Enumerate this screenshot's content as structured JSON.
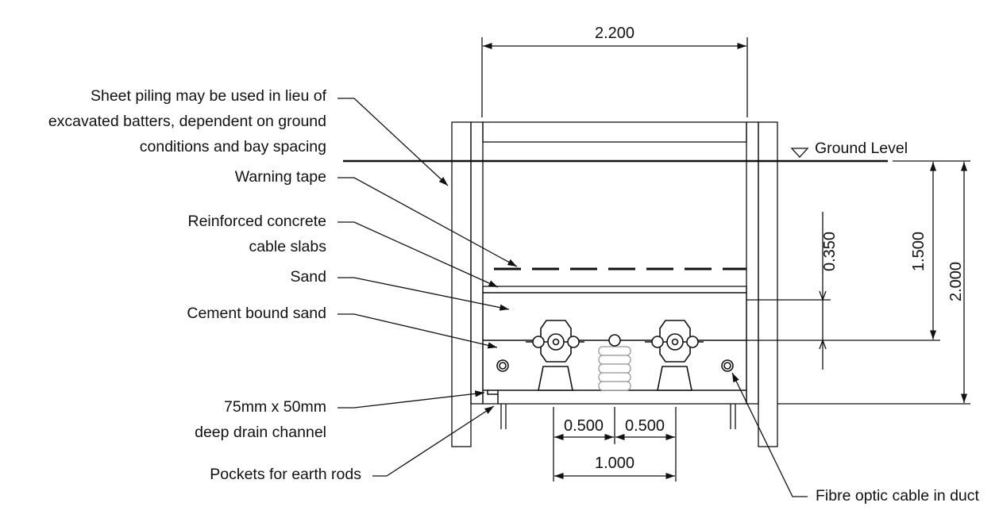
{
  "labels": {
    "sheet_piling": [
      "Sheet piling may be used in lieu of",
      "excavated batters, dependent on ground",
      "conditions and bay spacing"
    ],
    "warning_tape": "Warning tape",
    "cable_slabs": [
      "Reinforced concrete",
      "cable slabs"
    ],
    "sand": "Sand",
    "cement_bound_sand": "Cement bound sand",
    "drain_channel": [
      "75mm x 50mm",
      "deep drain channel"
    ],
    "earth_rods": "Pockets for earth rods",
    "fibre_optic": "Fibre optic cable in duct",
    "ground_level": "Ground Level"
  },
  "dimensions": {
    "trench_width": "2.200",
    "sand_depth": "0.350",
    "ground_to_cement_base": "1.500",
    "ground_to_trench_base": "2.000",
    "left_offset": "0.500",
    "right_offset": "0.500",
    "cable_spacing": "1.000"
  }
}
